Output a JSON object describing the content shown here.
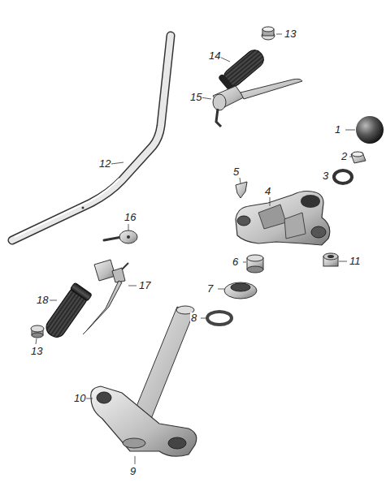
{
  "diagram": {
    "labels": [
      "13",
      "14",
      "15",
      "12",
      "1",
      "2",
      "3",
      "5",
      "4",
      "16",
      "6",
      "11",
      "7",
      "17",
      "18",
      "8",
      "13",
      "10",
      "9"
    ]
  }
}
